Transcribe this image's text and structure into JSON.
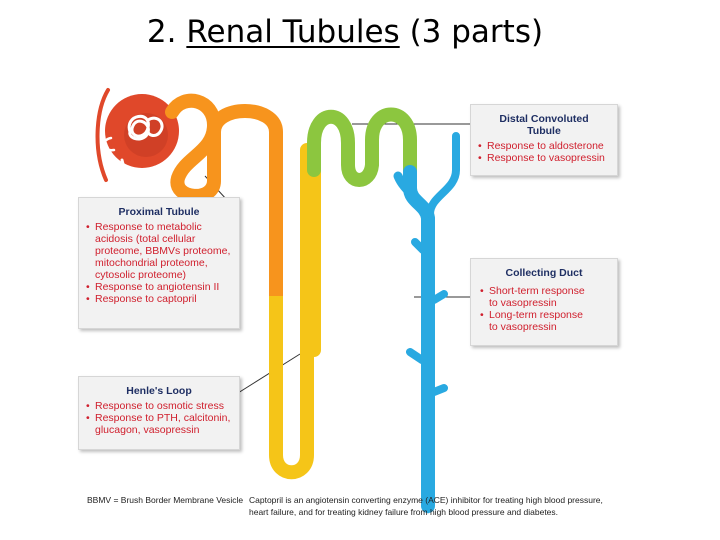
{
  "title": {
    "number": "2.",
    "underlined": "Renal Tubules",
    "rest": "(3 parts)"
  },
  "colors": {
    "glomerulus": "#e0482a",
    "proximal": "#f7941d",
    "loop": "#f5c518",
    "distal": "#8cc63f",
    "collecting": "#29a9e1",
    "label_header": "#1f2f63",
    "label_text": "#d0202e"
  },
  "labels": {
    "distal": {
      "header_line1": "Distal Convoluted",
      "header_line2": "Tubule",
      "items": [
        "Response to aldosterone",
        "Response to vasopressin"
      ]
    },
    "proximal": {
      "header": "Proximal Tubule",
      "items": [
        [
          "Response to metabolic",
          "acidosis (total cellular",
          "proteome, BBMVs proteome,",
          "mitochondrial proteome,",
          "cytosolic proteome)"
        ],
        [
          "Response to angiotensin II"
        ],
        [
          "Response to captopril"
        ]
      ]
    },
    "collecting": {
      "header": "Collecting Duct",
      "items": [
        [
          "Short-term response",
          "to vasopressin"
        ],
        [
          "Long-term response",
          "to vasopressin"
        ]
      ]
    },
    "henle": {
      "header": "Henle's Loop",
      "items": [
        [
          "Response to osmotic stress"
        ],
        [
          "Response to PTH, calcitonin,",
          "glucagon, vasopressin"
        ]
      ]
    }
  },
  "footnotes": {
    "bbmv": "BBMV = Brush Border Membrane Vesicle",
    "captopril_line1": "Captopril is an angiotensin converting enzyme (ACE) inhibitor for treating high blood pressure,",
    "captopril_line2": "heart failure, and for treating kidney failure from high blood pressure and diabetes."
  }
}
